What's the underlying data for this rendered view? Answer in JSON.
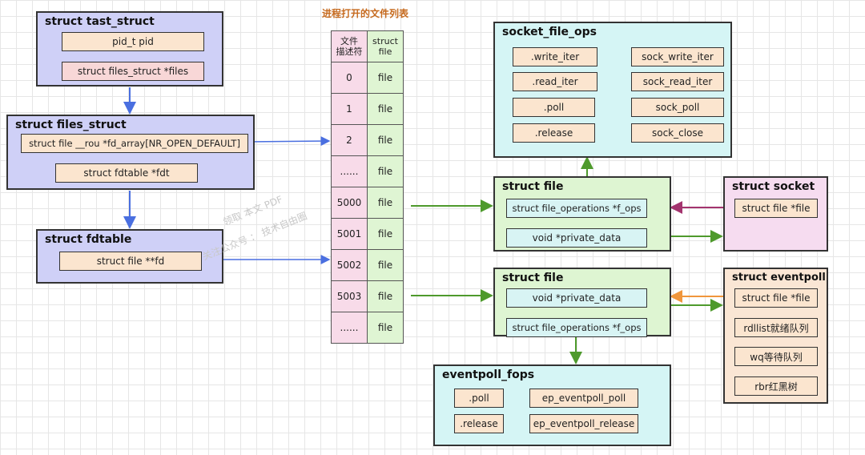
{
  "caption": "进程打开的文件列表",
  "task_struct": {
    "title": "struct tast_struct",
    "pid": "pid_t pid",
    "files": "struct files_struct *files"
  },
  "files_struct": {
    "title": "struct files_struct",
    "fd_array": "struct file __rou *fd_array[NR_OPEN_DEFAULT]",
    "fdt": "struct fdtable *fdt"
  },
  "fdtable": {
    "title": "struct fdtable",
    "fd": "struct file **fd"
  },
  "fd_table": {
    "headers": [
      "文件\n描述符",
      "struct\nfile"
    ],
    "rows": [
      {
        "fd": "0",
        "file": "file"
      },
      {
        "fd": "1",
        "file": "file"
      },
      {
        "fd": "2",
        "file": "file"
      },
      {
        "fd": "......",
        "file": "file"
      },
      {
        "fd": "5000",
        "file": "file"
      },
      {
        "fd": "5001",
        "file": "file"
      },
      {
        "fd": "5002",
        "file": "file"
      },
      {
        "fd": "5003",
        "file": "file"
      },
      {
        "fd": "......",
        "file": "file"
      }
    ]
  },
  "socket_file_ops": {
    "title": "socket_file_ops",
    "rows": [
      {
        "op": ".write_iter",
        "fn": "sock_write_iter"
      },
      {
        "op": ".read_iter",
        "fn": "sock_read_iter"
      },
      {
        "op": ".poll",
        "fn": "sock_poll"
      },
      {
        "op": ".release",
        "fn": "sock_close"
      }
    ]
  },
  "file_socket": {
    "title": "struct file",
    "f_ops": "struct file_operations *f_ops",
    "private_data": "void *private_data"
  },
  "socket": {
    "title": "struct socket",
    "file": "struct file *file"
  },
  "file_epoll": {
    "title": "struct file",
    "private_data": "void *private_data",
    "f_ops": "struct file_operations *f_ops"
  },
  "eventpoll": {
    "title": "struct eventpoll",
    "fields": [
      "struct file *file",
      "rdllist就绪队列",
      "wq等待队列",
      "rbr红黑树"
    ]
  },
  "eventpoll_fops": {
    "title": "eventpoll_fops",
    "rows": [
      {
        "op": ".poll",
        "fn": "ep_eventpoll_poll"
      },
      {
        "op": ".release",
        "fn": "ep_eventpoll_release"
      }
    ]
  },
  "watermark": [
    "领取 本文 PDF",
    "关注公众号 ：  技术自由圈"
  ],
  "colors": {
    "blue_arrow": "#4a6fe0",
    "green_arrow": "#4e9a2c",
    "magenta_arrow": "#a3336e",
    "orange_arrow": "#f0963c"
  }
}
